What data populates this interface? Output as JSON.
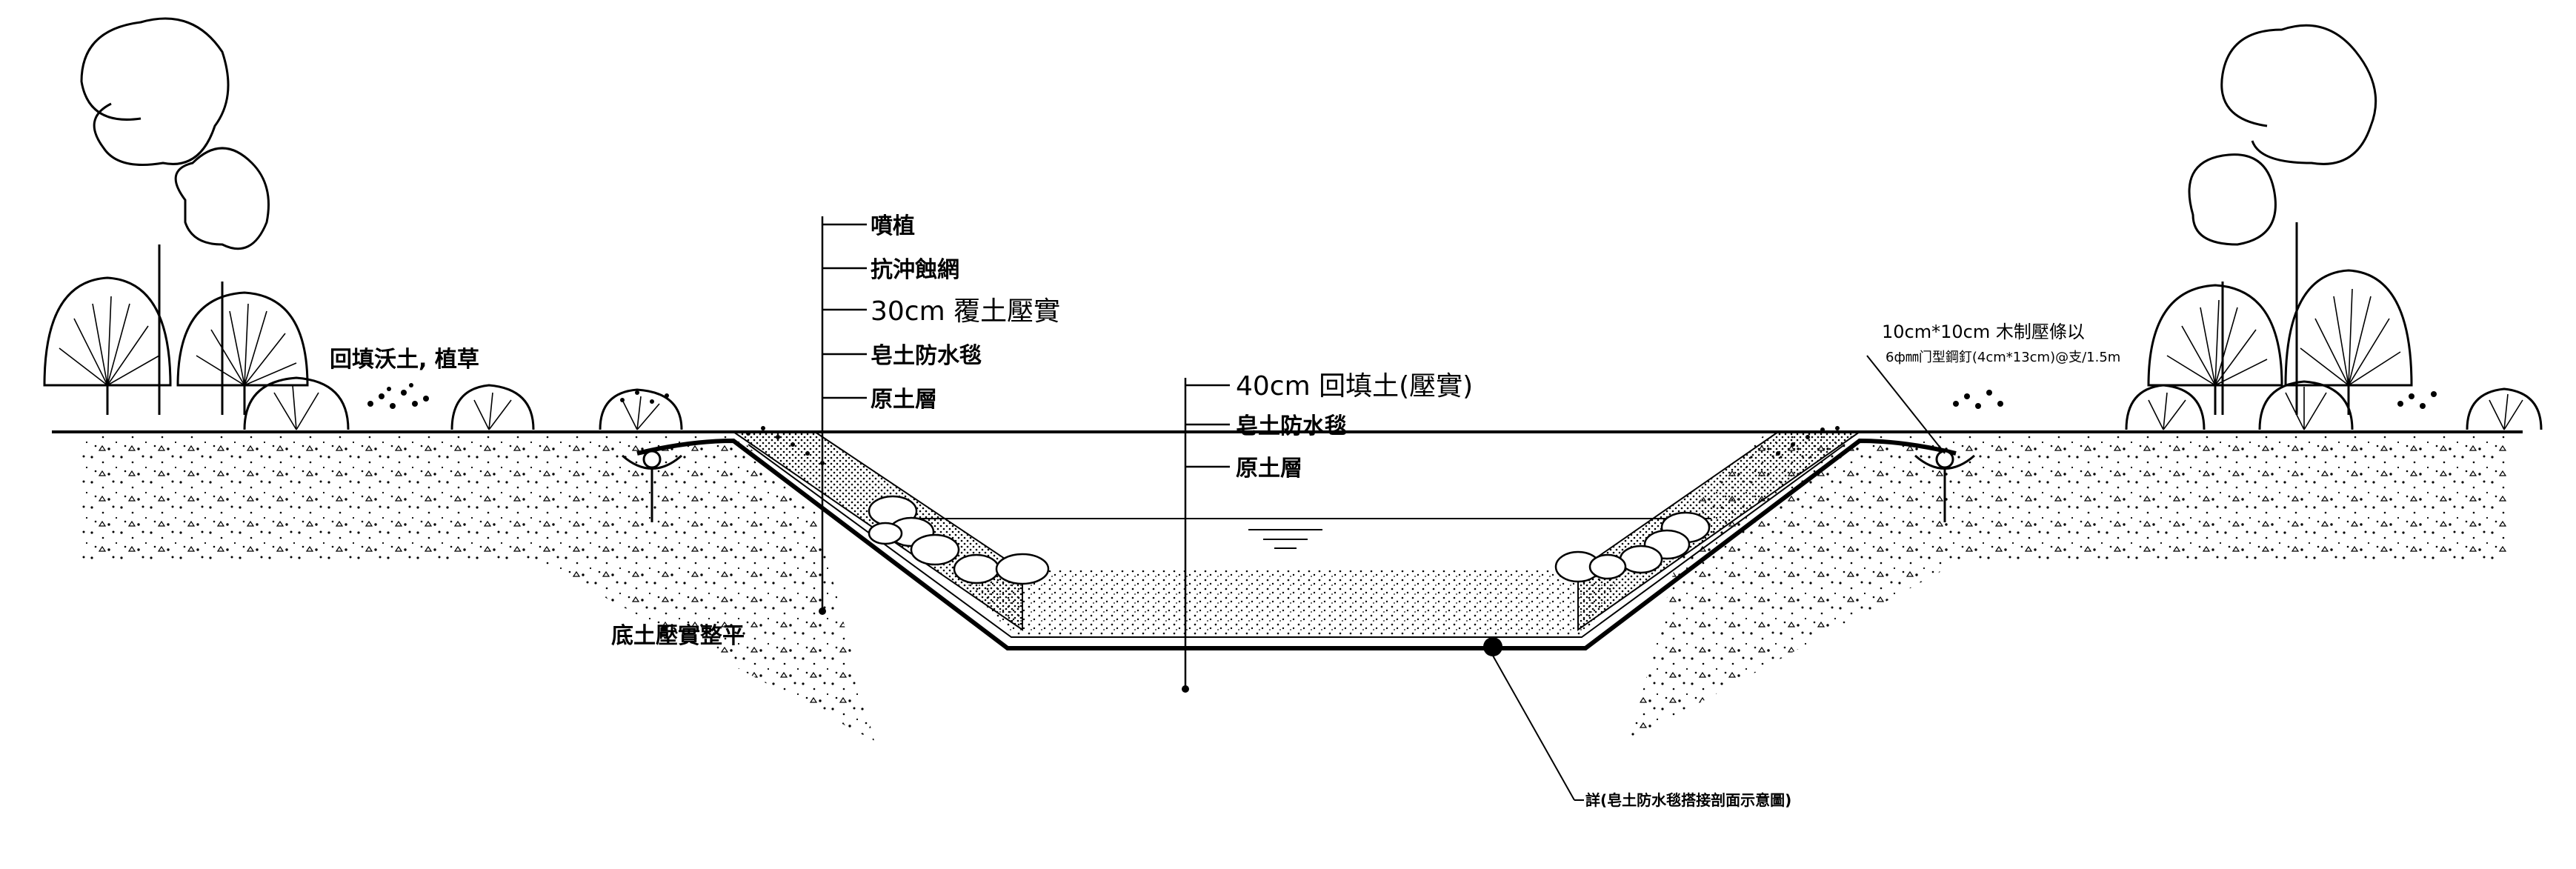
{
  "labels": {
    "left_top": "回填沃土, 植草",
    "slope_layers": [
      "噴植",
      "抗沖蝕網",
      "30cm 覆土壓實",
      "皂土防水毯",
      "原土層"
    ],
    "bed_layers": [
      "40cm 回填土(壓實)",
      "皂土防水毯",
      "原土層"
    ],
    "bottom_left": "底土壓實整平",
    "right_anchor": [
      "10cm*10cm 木制壓條以",
      "6ф㎜门型鋼釘(4cm*13cm)@支/1.5m"
    ],
    "detail_note": "詳(皂土防水毯搭接剖面示意圖)"
  },
  "colors": {
    "line": "#000000",
    "background": "#ffffff"
  }
}
